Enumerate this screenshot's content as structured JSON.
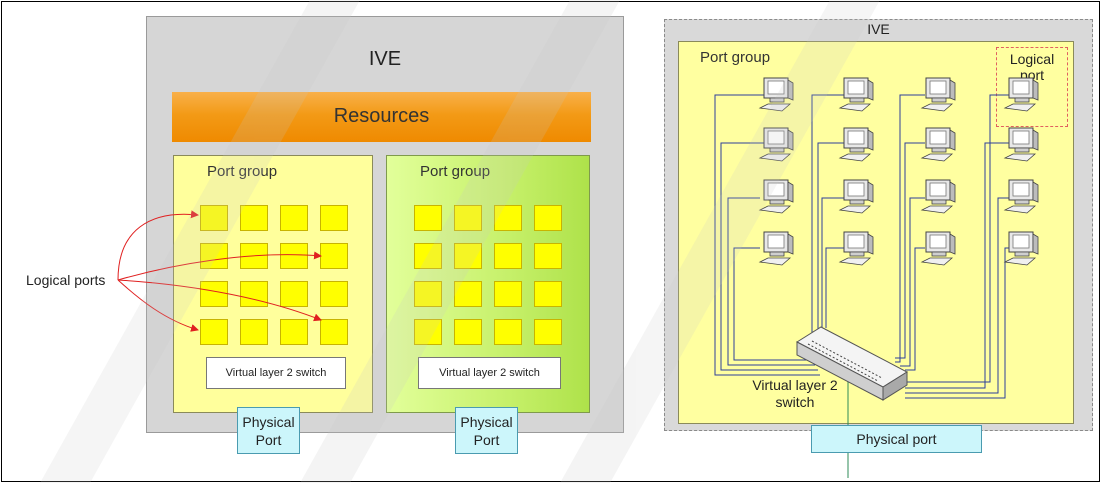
{
  "left_diagram": {
    "ive_title": "IVE",
    "resources_label": "Resources",
    "port_groups": [
      {
        "title": "Port group",
        "switch_label": "Virtual layer 2 switch",
        "physical_port": [
          "Physical",
          "Port"
        ]
      },
      {
        "title": "Port group",
        "switch_label": "Virtual layer 2 switch",
        "physical_port": [
          "Physical",
          "Port"
        ]
      }
    ],
    "logical_ports_label": "Logical ports"
  },
  "right_diagram": {
    "ive_title": "IVE",
    "port_group_title": "Port group",
    "logical_port_label": "Logical port",
    "switch_label": [
      "Virtual layer 2",
      "switch"
    ],
    "physical_port_label": "Physical port"
  },
  "colors": {
    "ive_gray": "#d6d6d6",
    "resources_orange": "#f39a16",
    "port_group_yellow": "#ffff9c",
    "port_group_green": "#c6f06a",
    "logical_port_yellow": "#ffff00",
    "physical_port_cyan": "#ccf6fb",
    "wire_blue": "#2c3f9a",
    "arrow_red": "#e02020",
    "uplink_green": "#2e8b57"
  }
}
